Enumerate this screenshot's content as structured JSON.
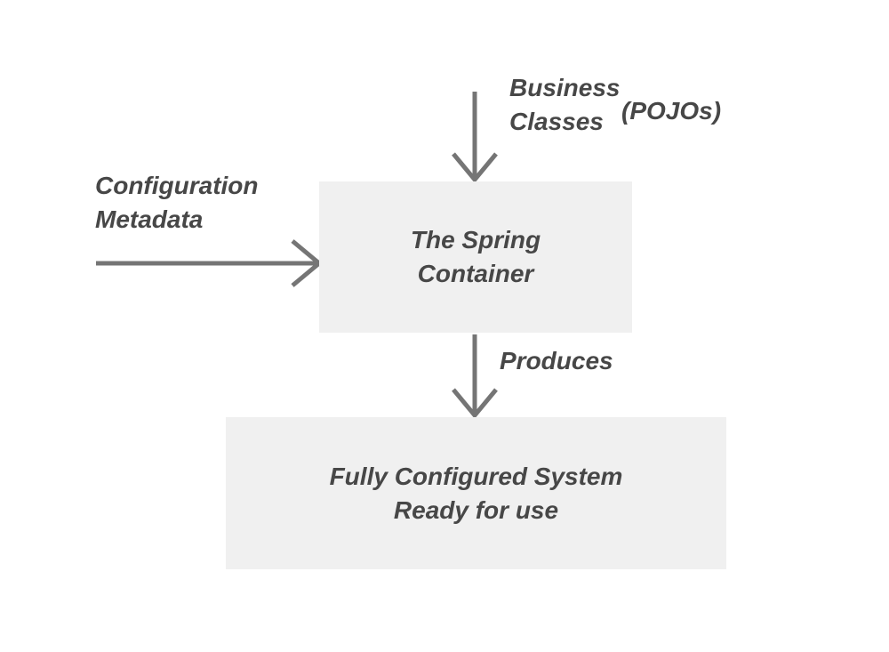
{
  "colors": {
    "background": "#ffffff",
    "box_fill": "#f0f0f0",
    "text": "#474747",
    "arrow": "#757575"
  },
  "diagram": {
    "labels": {
      "business_classes": {
        "line1": "Business",
        "line2": "Classes",
        "suffix": "(POJOs)"
      },
      "configuration_metadata": {
        "line1": "Configuration",
        "line2": "Metadata"
      },
      "produces": "Produces"
    },
    "nodes": {
      "spring_container": {
        "line1": "The Spring",
        "line2": "Container"
      },
      "configured_system": {
        "line1": "Fully Configured System",
        "line2": "Ready for use"
      }
    }
  }
}
